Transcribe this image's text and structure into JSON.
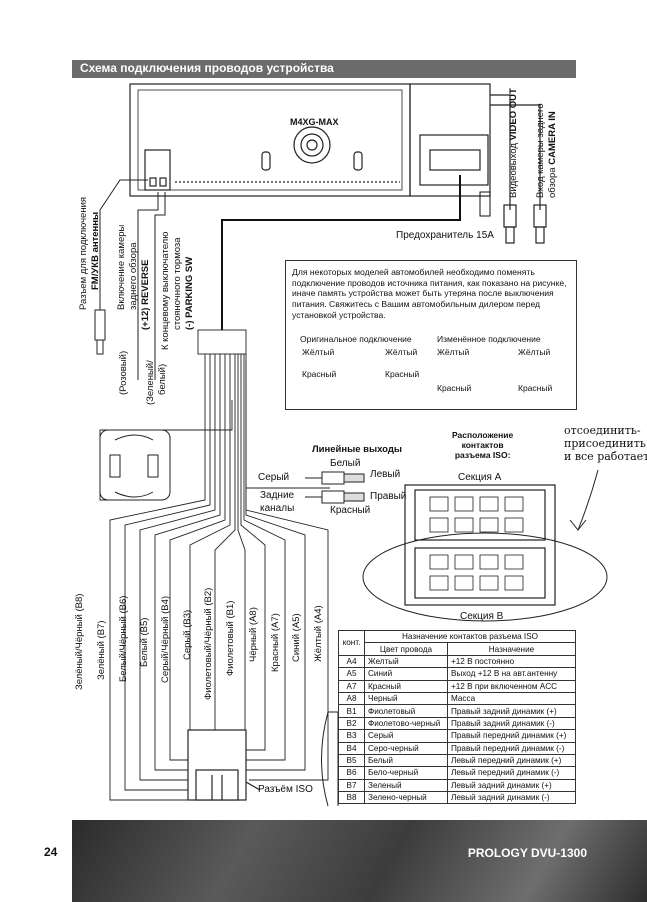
{
  "header": {
    "title": "Схема подключения проводов устройства"
  },
  "device": {
    "model_label": "M4XG-MAX"
  },
  "connectors_top_right": {
    "video_out": [
      "Видеовыход",
      "VIDEO OUT"
    ],
    "camera_in": [
      "Вход камеры заднего",
      "обзора",
      "CAMERA IN"
    ],
    "fuse": "Предохранитель 15А"
  },
  "left_labels": {
    "antenna": [
      "Разъем для подключения",
      "FM/УКВ антенны"
    ],
    "reverse": [
      "Включение камеры",
      "заднего обзора",
      "(+12) REVERSE"
    ],
    "parking": [
      "К концевому выключателю",
      "стояночного тормоза",
      "(-) PARKING SW"
    ],
    "pink": "(Розовый)",
    "green_white": [
      "(Зеленый/",
      "белый)"
    ]
  },
  "note": {
    "text": "Для некоторых моделей автомобилей необходимо поменять подключение проводов источника питания, как показано на рисунке, иначе память устройства может быть утеряна после выключения питания. Свяжитесь с Вашим автомобильным дилером перед установкой устройства.",
    "original_title": "Оригинальное подключение",
    "changed_title": "Изменённое подключение",
    "yellow": "Жёлтый",
    "red": "Красный"
  },
  "line_outputs": {
    "title": "Линейные выходы",
    "white": "Белый",
    "left": "Левый",
    "right": "Правый",
    "red": "Красный",
    "gray": "Серый",
    "rear": [
      "Задние",
      "каналы"
    ]
  },
  "iso_layout": {
    "title": [
      "Расположение",
      "контактов",
      "разъема ISO:"
    ],
    "section_a": "Секция A",
    "section_b": "Секция B"
  },
  "handwritten": [
    "отсоединить-",
    "присоединить",
    "и все работает"
  ],
  "wire_labels": [
    "Зелёный/Чёрный (B8)",
    "Зелёный (B7)",
    "Белый/Чёрный (B6)",
    "Белый (B5)",
    "Серый/Чёрный (B4)",
    "Серый (B3)",
    "Фиолетовый/Чёрный (B2)",
    "Фиолетовый (B1)",
    "Чёрный (A8)",
    "Красный (A7)",
    "Синий (A5)",
    "Жёлтый (A4)"
  ],
  "iso_connector_label": "Разъём ISO",
  "iso_table": {
    "title": "Назначение контактов разъема ISO",
    "col_contact": "конт.",
    "col_color": "Цвет провода",
    "col_purpose": "Назначение",
    "rows": [
      [
        "A4",
        "Желтый",
        "+12 В постоянно"
      ],
      [
        "A5",
        "Синий",
        "Выход +12 В на авт.антенну"
      ],
      [
        "A7",
        "Красный",
        "+12 В при включенном ACC"
      ],
      [
        "A8",
        "Черный",
        "Масса"
      ],
      [
        "B1",
        "Фиолетовый",
        "Правый задний динамик (+)"
      ],
      [
        "B2",
        "Фиолетово-черный",
        "Правый задний динамик (-)"
      ],
      [
        "B3",
        "Серый",
        "Правый передний динамик (+)"
      ],
      [
        "B4",
        "Серо-черный",
        "Правый передний динамик (-)"
      ],
      [
        "B5",
        "Белый",
        "Левый передний динамик (+)"
      ],
      [
        "B6",
        "Бело-черный",
        "Левый передний динамик (-)"
      ],
      [
        "B7",
        "Зеленый",
        "Левый задний динамик (+)"
      ],
      [
        "B8",
        "Зелено-черный",
        "Левый задний динамик (-)"
      ]
    ]
  },
  "footer": {
    "page": "24",
    "product": "PROLOGY DVU-1300"
  }
}
